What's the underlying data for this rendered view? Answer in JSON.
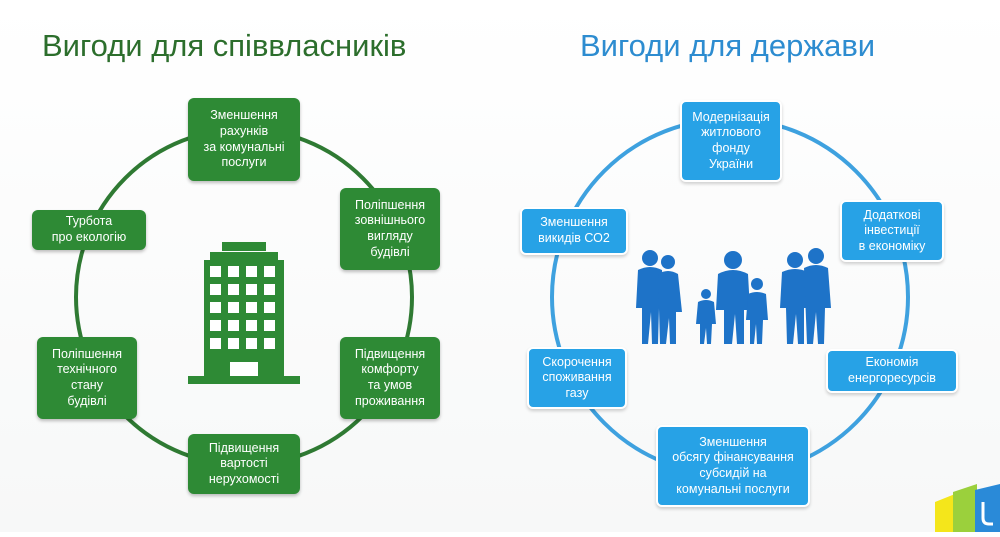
{
  "left": {
    "title": "Вигоди для співвласників",
    "color": "#2e8a35",
    "nodes": [
      {
        "label": "Зменшення\nрахунків\nза комунальні\nпослуги"
      },
      {
        "label": "Поліпшення\nзовнішнього\nвигляду\nбудівлі"
      },
      {
        "label": "Підвищення\nкомфорту\nта умов\nпроживання"
      },
      {
        "label": "Підвищення\nвартості\nнерухомості"
      },
      {
        "label": "Поліпшення\nтехнічного\nстану\nбудівлі"
      },
      {
        "label": "Турбота\nпро екологію"
      }
    ],
    "center_icon": "apartment-building-icon"
  },
  "right": {
    "title": "Вигоди для держави",
    "color": "#27a2e6",
    "nodes": [
      {
        "label": "Модернізація\nжитлового\nфонду\nУкраїни"
      },
      {
        "label": "Додаткові\nінвестиції\nв економіку"
      },
      {
        "label": "Економія\nенергоресурсів"
      },
      {
        "label": "Зменшення\nобсягу фінансування\nсубсидій на\nкомунальні послуги"
      },
      {
        "label": "Скорочення\nспоживання\nгазу"
      },
      {
        "label": "Зменшення\nвикидів СО2"
      }
    ],
    "center_icon": "family-silhouette-icon"
  },
  "logo_icon": "corner-logo-icon"
}
